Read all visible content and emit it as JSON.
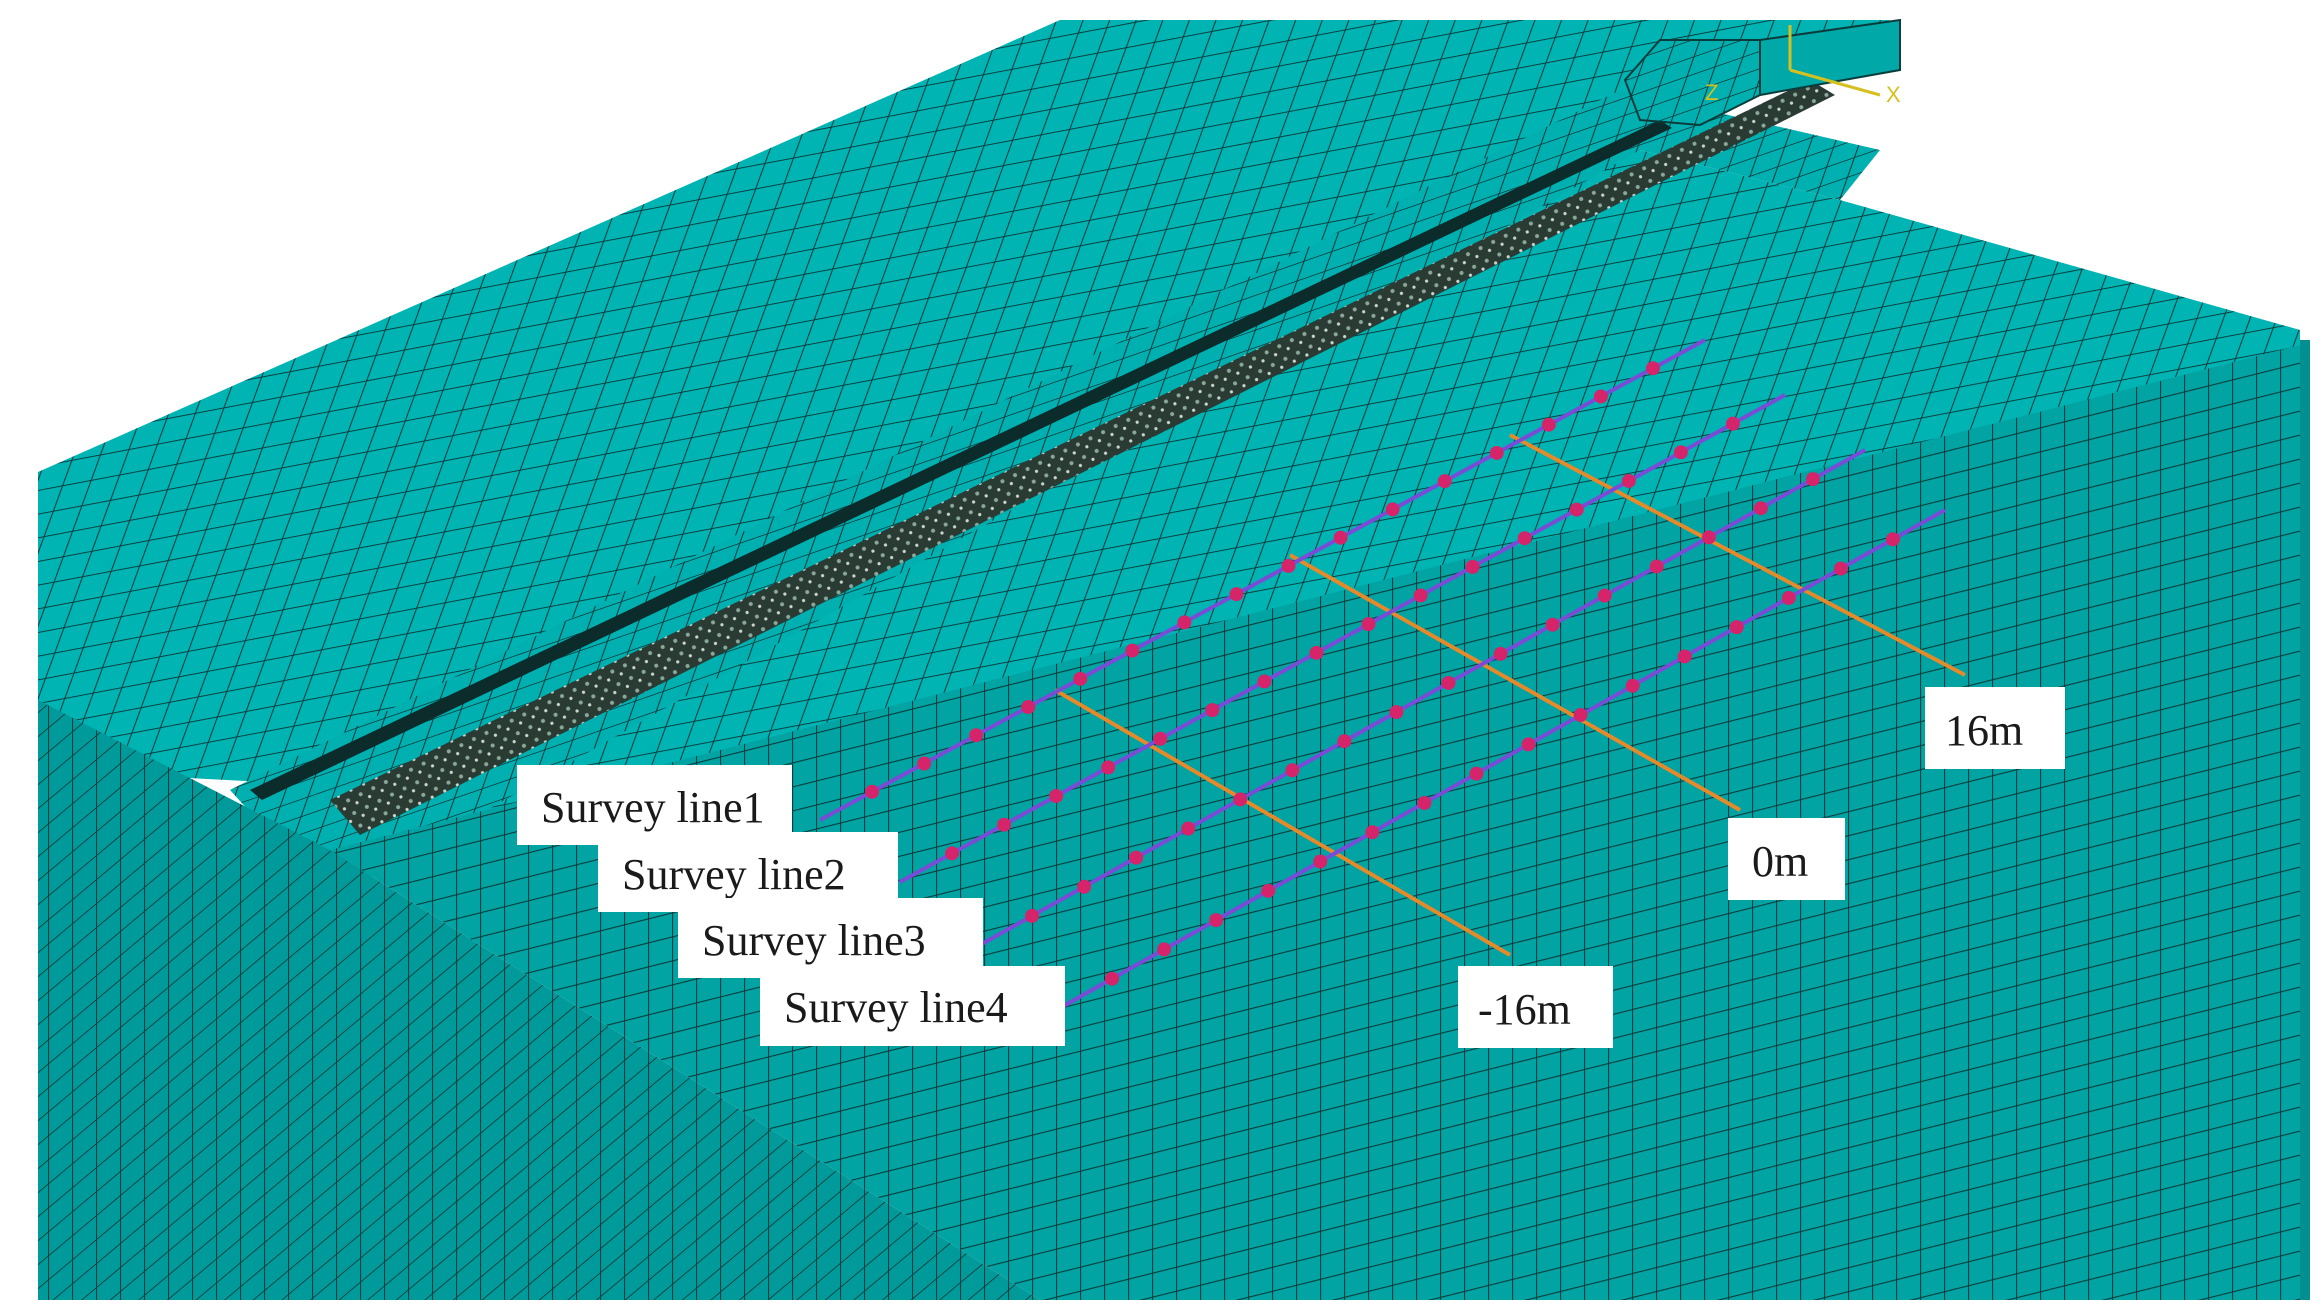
{
  "survey_lines": [
    {
      "label": "Survey line1"
    },
    {
      "label": "Survey line2"
    },
    {
      "label": "Survey line3"
    },
    {
      "label": "Survey line4"
    }
  ],
  "sections": [
    {
      "label": "-16m"
    },
    {
      "label": "0m"
    },
    {
      "label": "16m"
    }
  ],
  "axis_triad": {
    "x_label": "X",
    "z_label": "Z"
  },
  "colors": {
    "mesh_fill": "#00b4b4",
    "mesh_side": "#02a3a3",
    "mesh_line": "#0a3c3c",
    "survey_line": "#7a4bd6",
    "survey_point": "#d6246a",
    "section_line": "#e58a2a",
    "track": "#2a3b34"
  }
}
